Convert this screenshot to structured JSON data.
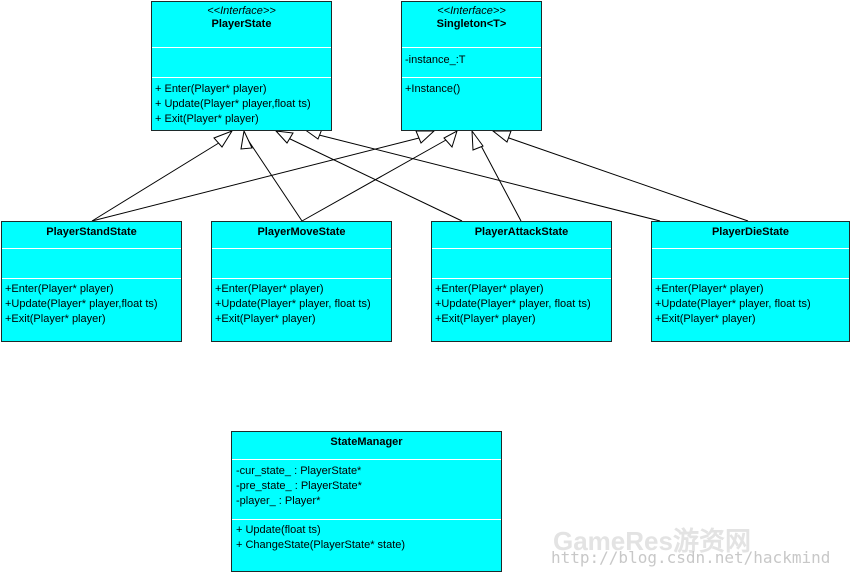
{
  "classes": {
    "player_state": {
      "stereotype": "<<Interface>>",
      "name": "PlayerState",
      "attributes": [],
      "operations": [
        "+ Enter(Player* player)",
        "+ Update(Player* player,float ts)",
        "+ Exit(Player* player)"
      ]
    },
    "singleton": {
      "stereotype": "<<Interface>>",
      "name": "Singleton<T>",
      "attributes": [
        "-instance_:T"
      ],
      "operations": [
        "+Instance()"
      ]
    },
    "player_stand_state": {
      "name": "PlayerStandState",
      "attributes": [],
      "operations": [
        "+Enter(Player* player)",
        "+Update(Player* player,float ts)",
        "+Exit(Player* player)"
      ]
    },
    "player_move_state": {
      "name": "PlayerMoveState",
      "attributes": [],
      "operations": [
        "+Enter(Player* player)",
        "+Update(Player* player, float ts)",
        "+Exit(Player* player)"
      ]
    },
    "player_attack_state": {
      "name": "PlayerAttackState",
      "attributes": [],
      "operations": [
        "+Enter(Player* player)",
        "+Update(Player* player, float ts)",
        "+Exit(Player* player)"
      ]
    },
    "player_die_state": {
      "name": "PlayerDieState",
      "attributes": [],
      "operations": [
        "+Enter(Player* player)",
        "+Update(Player* player, float ts)",
        "+Exit(Player* player)"
      ]
    },
    "state_manager": {
      "name": "StateManager",
      "attributes": [
        "-cur_state_ : PlayerState*",
        "-pre_state_ : PlayerState*",
        "-player_ : Player*"
      ],
      "operations": [
        "+ Update(float ts)",
        "+ ChangeState(PlayerState* state)"
      ]
    }
  },
  "watermark": {
    "logo": "GameRes游资网",
    "url": "http://blog.csdn.net/hackmind"
  }
}
